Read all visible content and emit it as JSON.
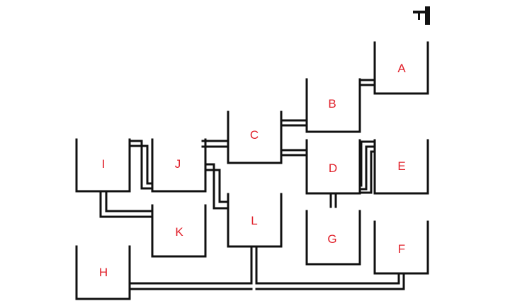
{
  "colors": {
    "line": "#111111",
    "label": "#e0202a",
    "background": "#ffffff"
  },
  "icons": {
    "faucet": "faucet-icon"
  },
  "tanks": [
    {
      "id": "A",
      "label": "A"
    },
    {
      "id": "B",
      "label": "B"
    },
    {
      "id": "C",
      "label": "C"
    },
    {
      "id": "D",
      "label": "D"
    },
    {
      "id": "E",
      "label": "E"
    },
    {
      "id": "F",
      "label": "F"
    },
    {
      "id": "G",
      "label": "G"
    },
    {
      "id": "H",
      "label": "H"
    },
    {
      "id": "I",
      "label": "I"
    },
    {
      "id": "J",
      "label": "J"
    },
    {
      "id": "K",
      "label": "K"
    },
    {
      "id": "L",
      "label": "L"
    }
  ]
}
